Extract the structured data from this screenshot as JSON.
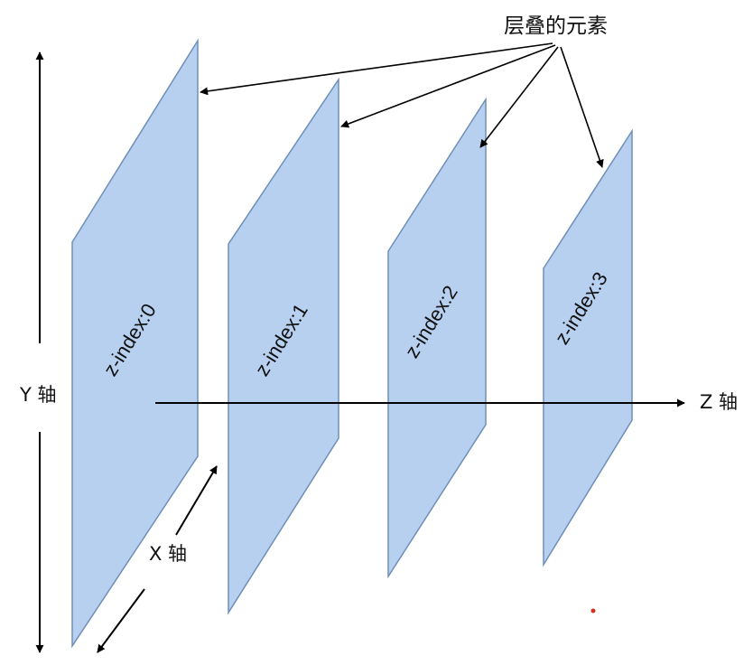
{
  "callout": {
    "label": "层叠的元素"
  },
  "axes": {
    "y_label": "Y 轴",
    "x_label": "X 轴",
    "z_label": "Z 轴"
  },
  "planes": [
    {
      "label": "z-index:0"
    },
    {
      "label": "z-index:1"
    },
    {
      "label": "z-index:2"
    },
    {
      "label": "z-index:3"
    }
  ],
  "colors": {
    "plane_fill": "#b8d0f0",
    "plane_stroke": "#6f8fb8",
    "line": "#000000",
    "dot": "#d83020"
  }
}
